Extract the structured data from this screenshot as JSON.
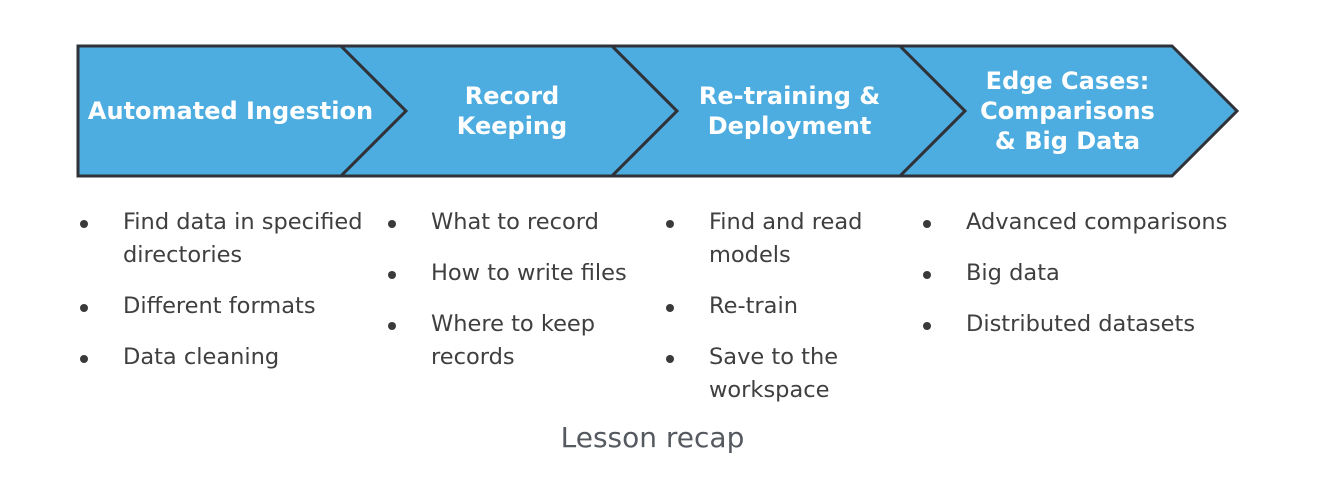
{
  "colors": {
    "chevron_fill": "#4EADE0",
    "chevron_stroke": "#2F3339",
    "title_text": "#FFFFFF",
    "bullet_text": "#3F3F3F",
    "caption_text": "#555A60"
  },
  "stages": [
    {
      "title": "Automated Ingestion",
      "bullets": [
        "Find data in specified directories",
        "Different formats",
        "Data cleaning"
      ]
    },
    {
      "title": "Record\nKeeping",
      "bullets": [
        "What to record",
        "How to write files",
        "Where to keep records"
      ]
    },
    {
      "title": "Re-training &\nDeployment",
      "bullets": [
        "Find and read models",
        "Re-train",
        "Save to the workspace"
      ]
    },
    {
      "title": "Edge Cases:\nComparisons\n& Big Data",
      "bullets": [
        "Advanced comparisons",
        "Big data",
        "Distributed datasets"
      ]
    }
  ],
  "caption": "Lesson recap"
}
